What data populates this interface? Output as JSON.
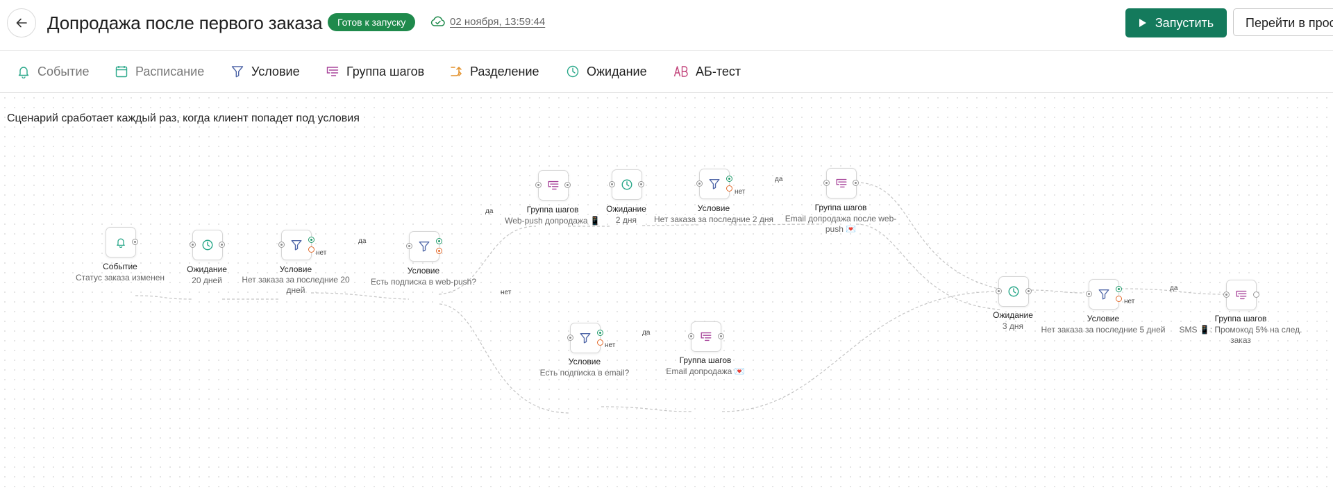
{
  "header": {
    "title": "Допродажа после первого заказа",
    "status_badge": "Готов к запуску",
    "saved_time": "02 ноября, 13:59:44",
    "launch_label": "Запустить",
    "goto_label": "Перейти в просм"
  },
  "toolbar": {
    "items": [
      {
        "label": "Событие",
        "icon": "bell-icon"
      },
      {
        "label": "Расписание",
        "icon": "calendar-icon"
      },
      {
        "label": "Условие",
        "icon": "filter-icon"
      },
      {
        "label": "Группа шагов",
        "icon": "step-group-icon"
      },
      {
        "label": "Разделение",
        "icon": "split-icon"
      },
      {
        "label": "Ожидание",
        "icon": "clock-icon"
      },
      {
        "label": "АБ-тест",
        "icon": "ab-icon"
      }
    ]
  },
  "canvas": {
    "hint": "Сценарий сработает каждый раз, когда клиент попадет под условия",
    "edge_labels": {
      "yes": "да",
      "no": "нет"
    },
    "nodes": [
      {
        "type": "Событие",
        "sub": "Статус заказа изменен",
        "icon": "bell-icon"
      },
      {
        "type": "Ожидание",
        "sub": "20 дней",
        "icon": "clock-icon"
      },
      {
        "type": "Условие",
        "sub": "Нет заказа за последние 20 дней",
        "icon": "filter-icon"
      },
      {
        "type": "Условие",
        "sub": "Есть подписка в web-push?",
        "icon": "filter-icon"
      },
      {
        "type": "Группа шагов",
        "sub": "Web-push допродажа 📱",
        "icon": "step-group-icon"
      },
      {
        "type": "Ожидание",
        "sub": "2 дня",
        "icon": "clock-icon"
      },
      {
        "type": "Условие",
        "sub": "Нет заказа за последние 2 дня",
        "icon": "filter-icon"
      },
      {
        "type": "Группа шагов",
        "sub": "Email допродажа после web-push 💌",
        "icon": "step-group-icon"
      },
      {
        "type": "Условие",
        "sub": "Есть подписка в email?",
        "icon": "filter-icon"
      },
      {
        "type": "Группа шагов",
        "sub": "Email допродажа 💌",
        "icon": "step-group-icon"
      },
      {
        "type": "Ожидание",
        "sub": "3 дня",
        "icon": "clock-icon"
      },
      {
        "type": "Условие",
        "sub": "Нет заказа за последние 5 дней",
        "icon": "filter-icon"
      },
      {
        "type": "Группа шагов",
        "sub": "SMS 📱: Промокод 5% на след. заказ",
        "icon": "step-group-icon"
      }
    ]
  },
  "colors": {
    "accent": "#147a5c",
    "badge": "#1f8a4c",
    "clock": "#2aa88a",
    "filter": "#5067a8",
    "group": "#a8459b",
    "split": "#e2902a",
    "ab": "#c2437a",
    "no_port": "#e36b2c"
  }
}
